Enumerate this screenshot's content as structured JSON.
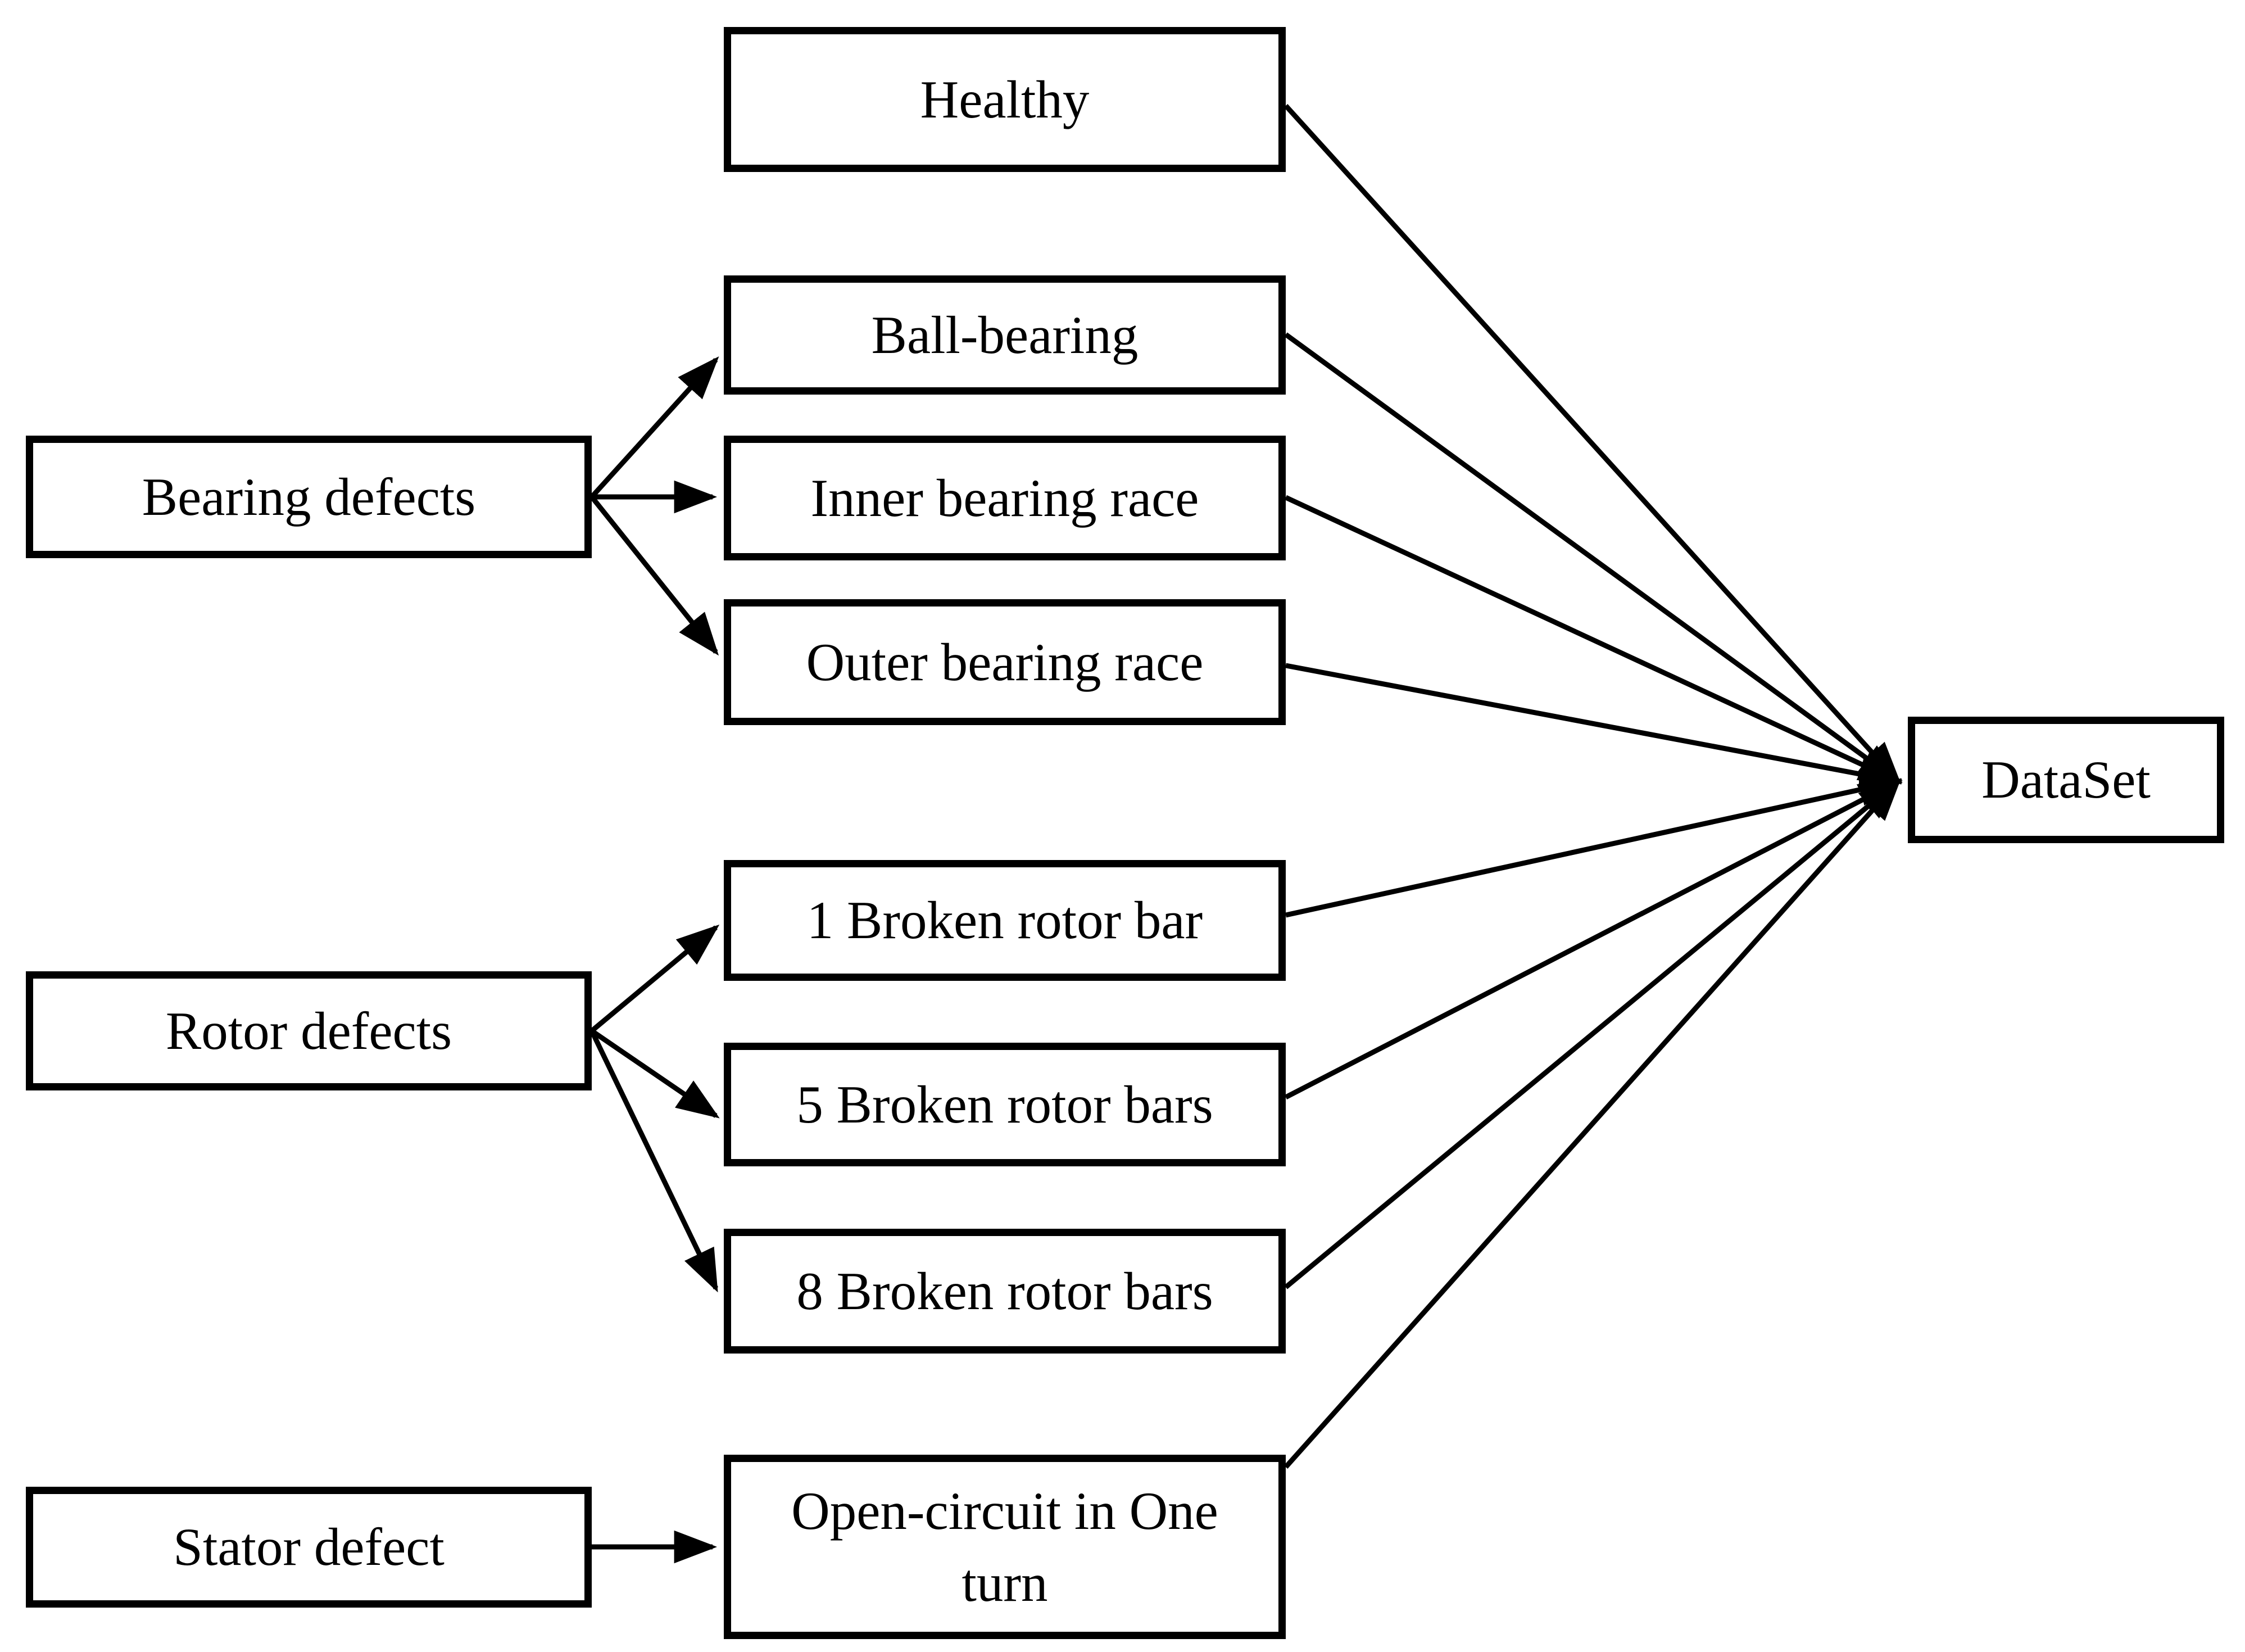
{
  "diagram": {
    "background_color": "#ffffff",
    "line_color": "#000000",
    "box_border_color": "#000000",
    "text_color": "#000000",
    "nodes": {
      "bearing_defects": {
        "label": "Bearing defects"
      },
      "rotor_defects": {
        "label": "Rotor defects"
      },
      "stator_defect": {
        "label": "Stator defect"
      },
      "healthy": {
        "label": "Healthy"
      },
      "ball_bearing": {
        "label": "Ball-bearing"
      },
      "inner_bearing_race": {
        "label": "Inner bearing race"
      },
      "outer_bearing_race": {
        "label": "Outer bearing race"
      },
      "broken_rotor_bar_1": {
        "label": "1 Broken rotor bar"
      },
      "broken_rotor_bars_5": {
        "label": "5 Broken rotor bars"
      },
      "broken_rotor_bars_8": {
        "label": "8 Broken rotor bars"
      },
      "open_circuit": {
        "line1": "Open-circuit in One",
        "line2": "turn"
      },
      "dataset": {
        "label": "DataSet"
      }
    },
    "edges": [
      {
        "from": "Bearing defects",
        "to": "Ball-bearing"
      },
      {
        "from": "Bearing defects",
        "to": "Inner bearing race"
      },
      {
        "from": "Bearing defects",
        "to": "Outer bearing race"
      },
      {
        "from": "Rotor defects",
        "to": "1 Broken rotor bar"
      },
      {
        "from": "Rotor defects",
        "to": "5 Broken rotor bars"
      },
      {
        "from": "Rotor defects",
        "to": "8 Broken rotor bars"
      },
      {
        "from": "Stator defect",
        "to": "Open-circuit in One turn"
      },
      {
        "from": "Healthy",
        "to": "DataSet"
      },
      {
        "from": "Ball-bearing",
        "to": "DataSet"
      },
      {
        "from": "Inner bearing race",
        "to": "DataSet"
      },
      {
        "from": "Outer bearing race",
        "to": "DataSet"
      },
      {
        "from": "1 Broken rotor bar",
        "to": "DataSet"
      },
      {
        "from": "5 Broken rotor bars",
        "to": "DataSet"
      },
      {
        "from": "8 Broken rotor bars",
        "to": "DataSet"
      },
      {
        "from": "Open-circuit in One turn",
        "to": "DataSet"
      }
    ]
  }
}
